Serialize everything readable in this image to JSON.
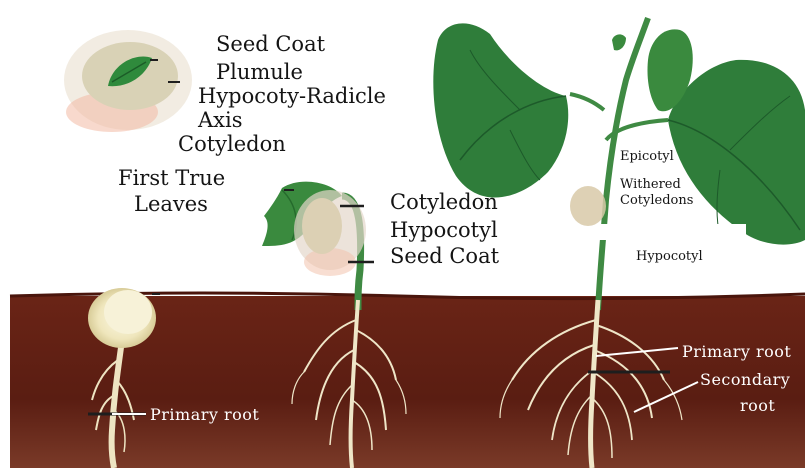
{
  "title": "",
  "colors": {
    "soil": "#5e1f14",
    "soil_dark": "#3e1209",
    "leaf": "#2e7d3c",
    "leaf_dark": "#1d5a2a",
    "stem": "#3f8a43",
    "root": "#efe6c8",
    "seed": "#f1ecc8"
  },
  "stage1_labels": {
    "seed_coat": "Seed Coat",
    "plumule": "Plumule",
    "hypocotyl_radicle": "Hypocoty-Radicle",
    "axis": "Axis",
    "cotyledon": "Cotyledon",
    "first_true": "First True",
    "leaves": "Leaves",
    "primary_root": "Primary  root"
  },
  "stage2_labels": {
    "cotyledon": "Cotyledon",
    "hypocotyl": "Hypocotyl",
    "seed_coat": "Seed Coat"
  },
  "stage3_labels": {
    "epicotyl": "Epicotyl",
    "withered": "Withered",
    "cotyledons": "Cotyledons",
    "hypocotyl": "Hypocotyl",
    "primary_root": "Primary  root",
    "secondary": "Secondary",
    "root": "root"
  }
}
